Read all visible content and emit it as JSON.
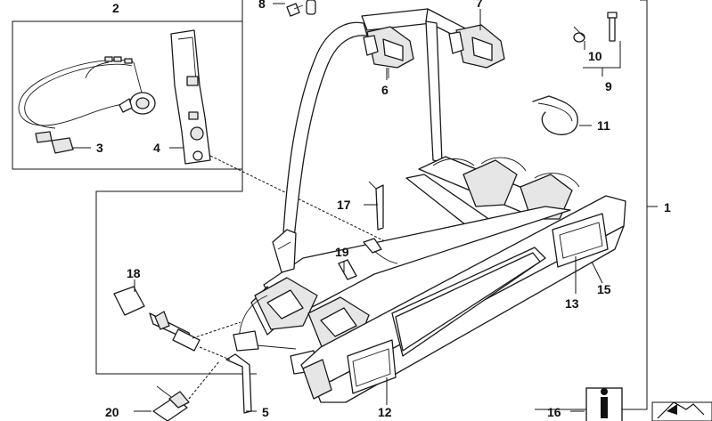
{
  "labels": {
    "n1": "1",
    "n2": "2",
    "n3": "3",
    "n4": "4",
    "n5": "5",
    "n6": "6",
    "n7": "7",
    "n8": "8",
    "n9": "9",
    "n10": "10",
    "n11": "11",
    "n12": "12",
    "n13": "13",
    "n15": "15",
    "n16": "16",
    "n17": "17",
    "n18": "18",
    "n19": "19",
    "n20": "20"
  },
  "info_glyph": "i"
}
